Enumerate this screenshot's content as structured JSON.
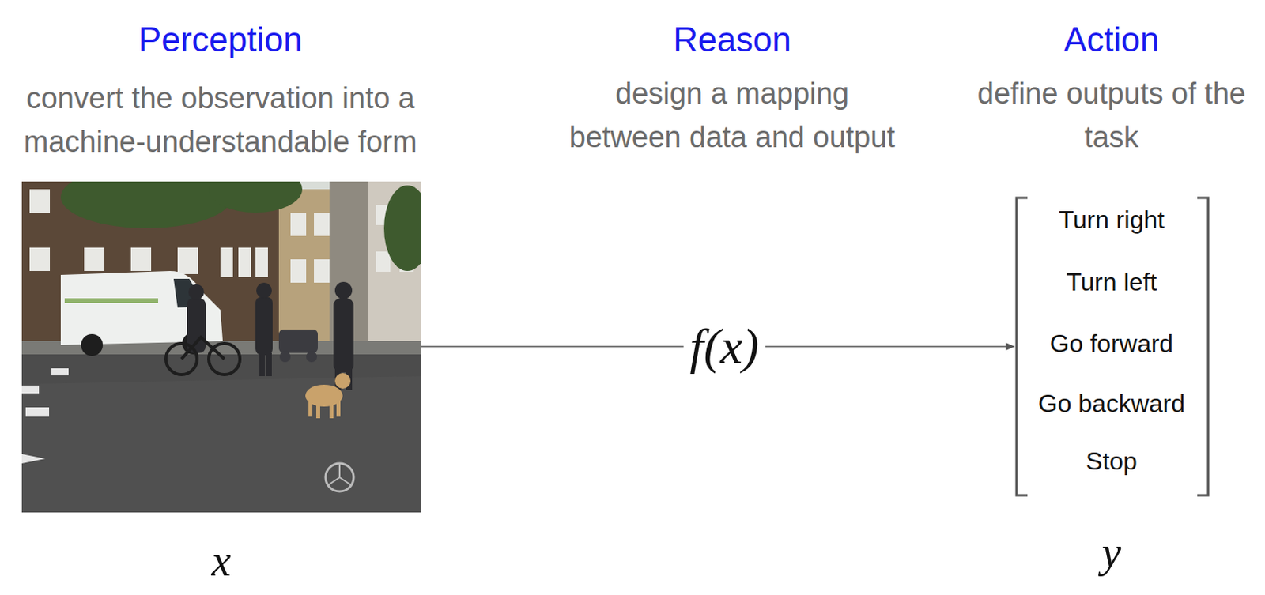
{
  "diagram": {
    "nodes": [
      {
        "text": [
          "x"
        ]
      },
      {
        "text": [
          "f(x)"
        ]
      },
      {
        "text": [
          "Turn right",
          "Turn left",
          "Go forward",
          "Go backward",
          "Stop",
          "y"
        ]
      }
    ],
    "edges": [
      {
        "from": 0,
        "to": 1,
        "arrow": "none"
      },
      {
        "from": 1,
        "to": 2,
        "arrow": "to"
      }
    ],
    "labels": [
      "Perception",
      "convert the observation into a machine-understandable form",
      "Reason",
      "design a mapping between data and output",
      "Action",
      "define outputs of the task"
    ]
  }
}
